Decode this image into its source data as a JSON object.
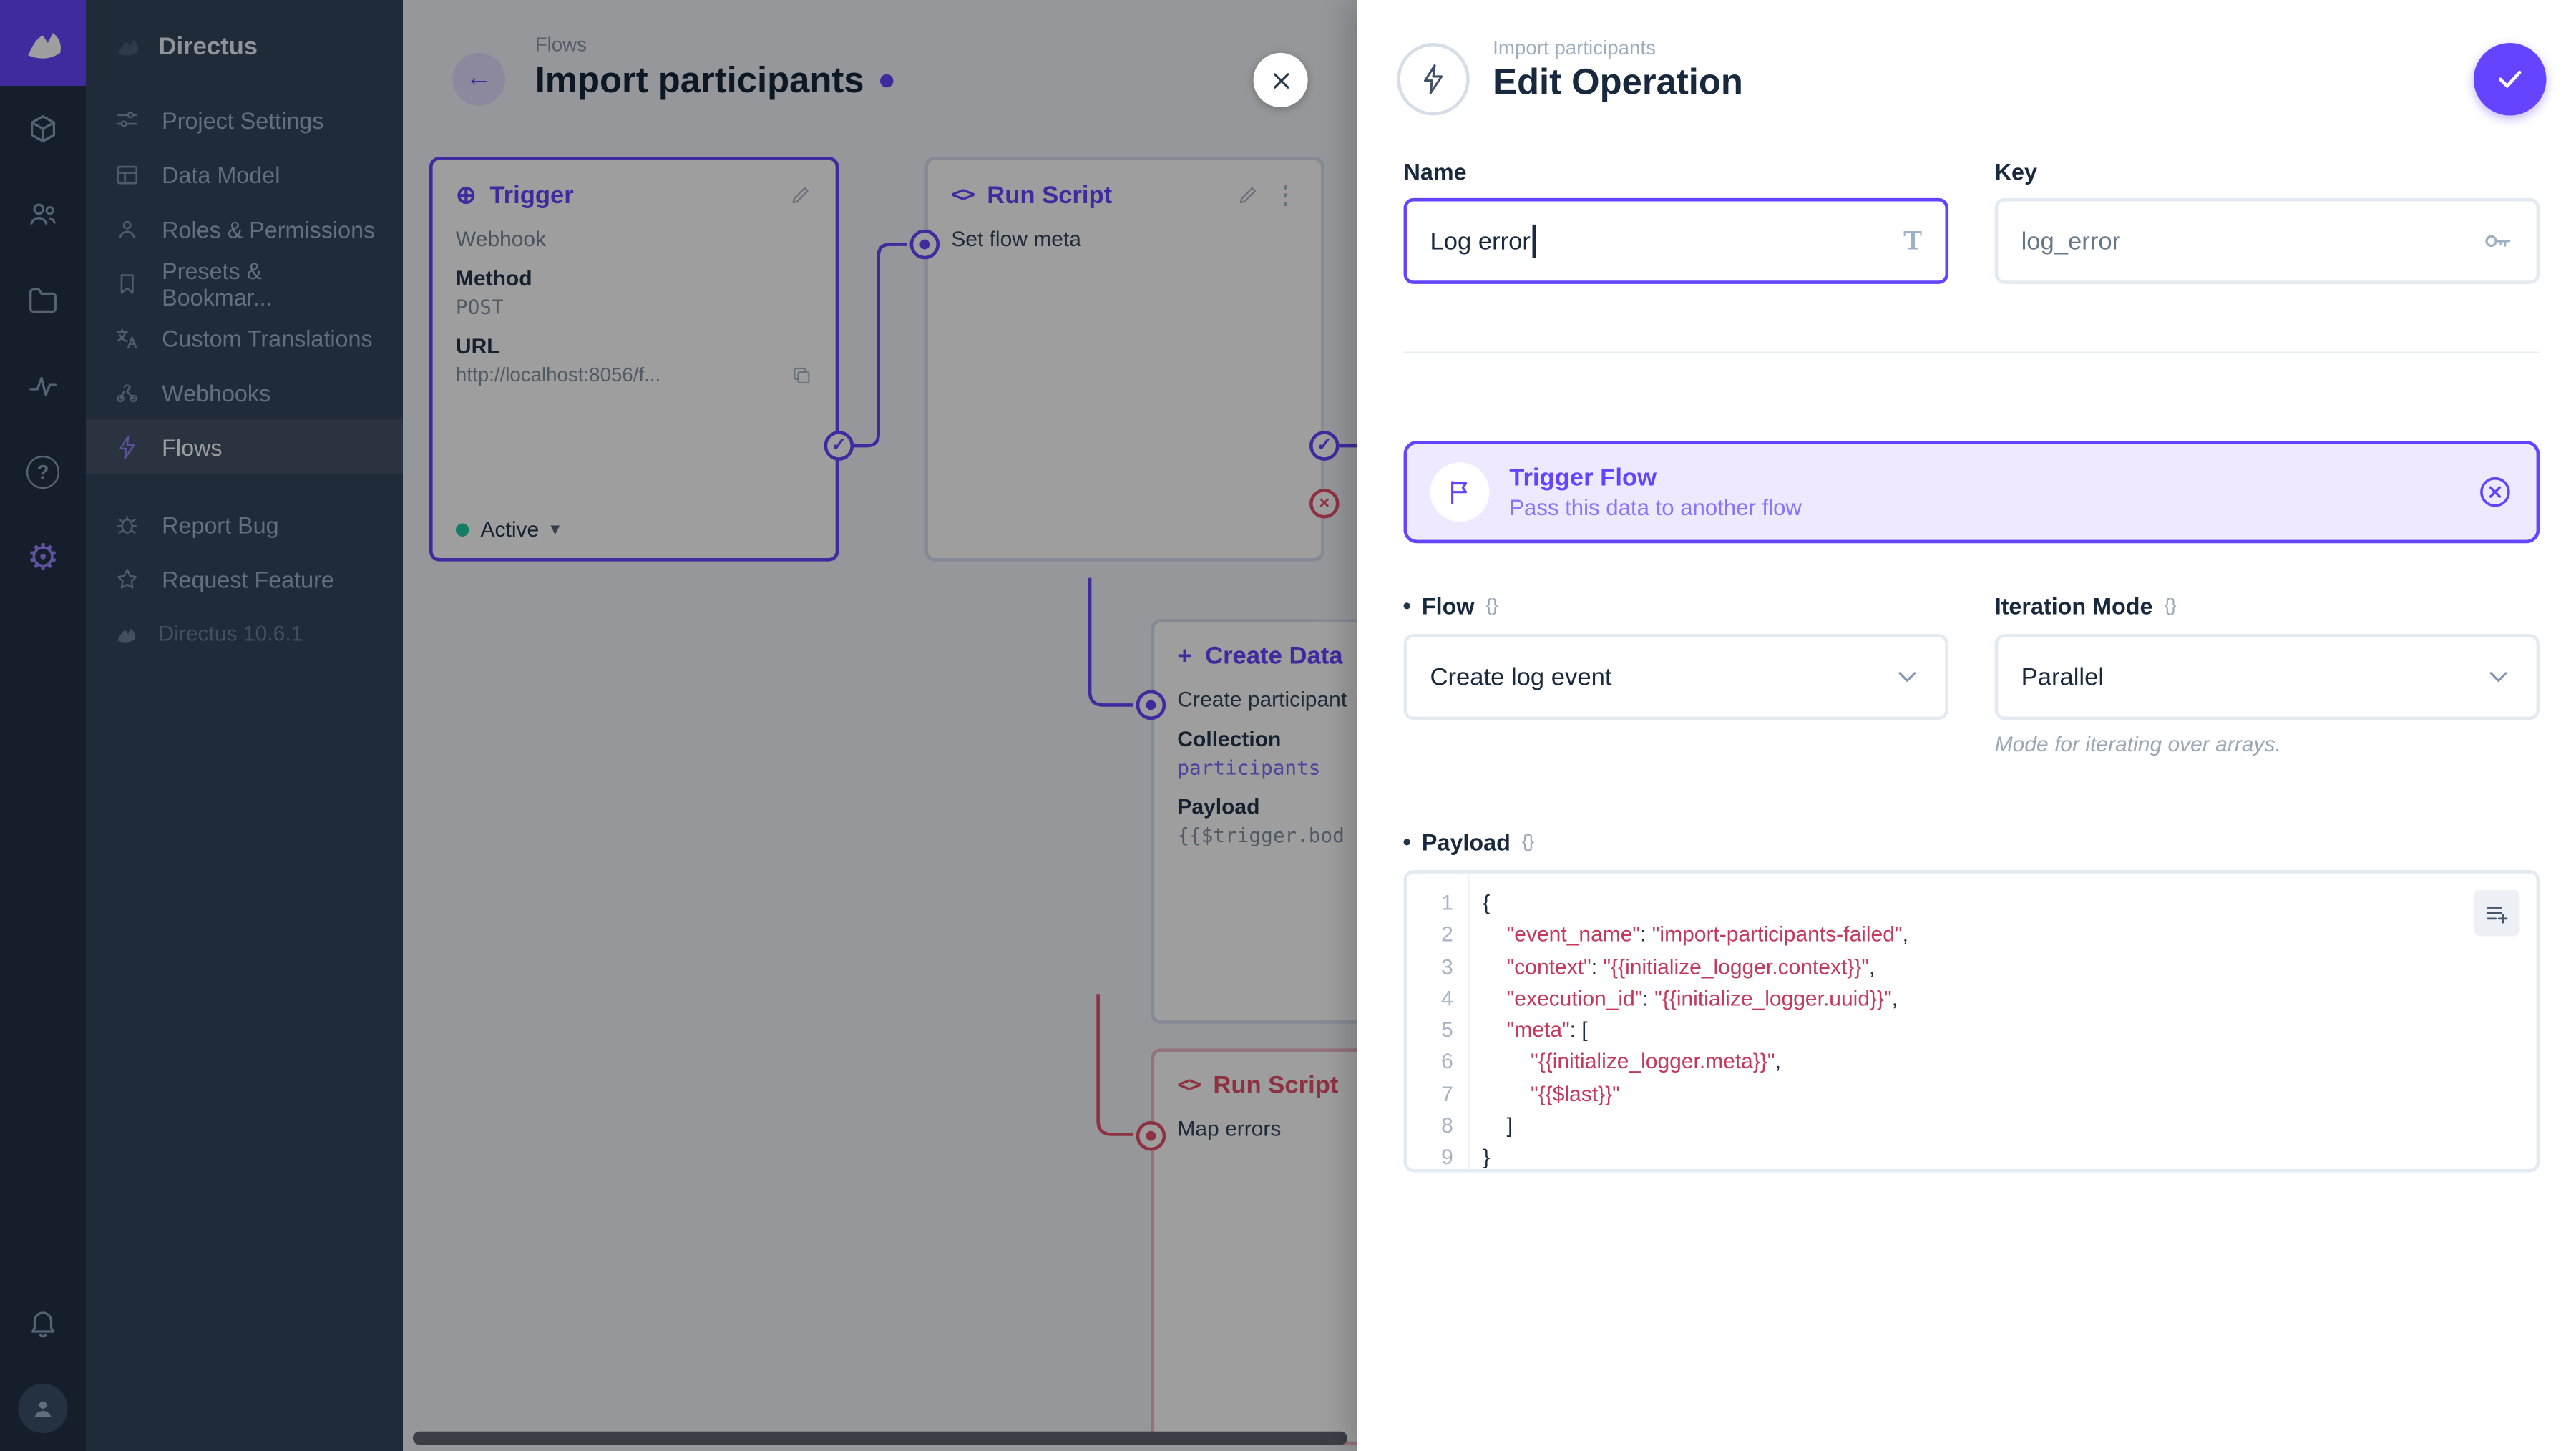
{
  "colors": {
    "accent": "#6644ff",
    "danger": "#e35169",
    "navy": "#18293e",
    "status_active": "#21c9a2"
  },
  "glyphs": {
    "gear": "⚙",
    "help": "?",
    "circle_plus": "⊕",
    "code_brackets": "<>",
    "kebab": "⋮",
    "chevron_down": "▾",
    "check": "✓",
    "cross": "×",
    "braces": "{}",
    "title": "T",
    "arrow_left": "←",
    "plus": "+"
  },
  "module_bar": {
    "modules": [
      "content",
      "users",
      "files",
      "insights",
      "docs",
      "settings"
    ]
  },
  "sidebar": {
    "title": "Directus",
    "items": [
      {
        "label": "Project Settings"
      },
      {
        "label": "Data Model"
      },
      {
        "label": "Roles & Permissions"
      },
      {
        "label": "Presets & Bookmar..."
      },
      {
        "label": "Custom Translations"
      },
      {
        "label": "Webhooks"
      },
      {
        "label": "Flows"
      }
    ],
    "footer_items": [
      {
        "label": "Report Bug"
      },
      {
        "label": "Request Feature"
      }
    ],
    "version": "Directus 10.6.1"
  },
  "canvas": {
    "breadcrumb": "Flows",
    "title": "Import participants",
    "trigger_panel": {
      "title": "Trigger",
      "type": "Webhook",
      "method_label": "Method",
      "method": "POST",
      "url_label": "URL",
      "url": "http://localhost:8056/f...",
      "status": "Active"
    },
    "script_panel": {
      "title": "Run Script",
      "name": "Set flow meta"
    },
    "create_panel": {
      "title": "Create Data",
      "name": "Create participant",
      "collection_label": "Collection",
      "collection": "participants",
      "payload_label": "Payload",
      "payload_preview": "{{$trigger.bod"
    },
    "errors_panel": {
      "title": "Run Script",
      "name": "Map errors"
    }
  },
  "drawer": {
    "breadcrumb": "Import participants",
    "title": "Edit Operation",
    "fields": {
      "name": {
        "label": "Name",
        "value": "Log error"
      },
      "key": {
        "label": "Key",
        "value": "log_error"
      },
      "flow": {
        "label": "Flow",
        "value": "Create log event"
      },
      "iteration": {
        "label": "Iteration Mode",
        "value": "Parallel",
        "note": "Mode for iterating over arrays."
      },
      "payload": {
        "label": "Payload"
      }
    },
    "banner": {
      "title": "Trigger Flow",
      "subtitle": "Pass this data to another flow"
    },
    "code": {
      "line_numbers": [
        "1",
        "2",
        "3",
        "4",
        "5",
        "6",
        "7",
        "8",
        "9"
      ],
      "lines": [
        [
          [
            "p",
            "{"
          ]
        ],
        [
          [
            "p",
            "    "
          ],
          [
            "s",
            "\"event_name\""
          ],
          [
            "p",
            ": "
          ],
          [
            "s",
            "\"import-participants-failed\""
          ],
          [
            "p",
            ","
          ]
        ],
        [
          [
            "p",
            "    "
          ],
          [
            "s",
            "\"context\""
          ],
          [
            "p",
            ": "
          ],
          [
            "s",
            "\"{{initialize_logger.context}}\""
          ],
          [
            "p",
            ","
          ]
        ],
        [
          [
            "p",
            "    "
          ],
          [
            "s",
            "\"execution_id\""
          ],
          [
            "p",
            ": "
          ],
          [
            "s",
            "\"{{initialize_logger.uuid}}\""
          ],
          [
            "p",
            ","
          ]
        ],
        [
          [
            "p",
            "    "
          ],
          [
            "s",
            "\"meta\""
          ],
          [
            "p",
            ": ["
          ]
        ],
        [
          [
            "p",
            "        "
          ],
          [
            "s",
            "\"{{initialize_logger.meta}}\""
          ],
          [
            "p",
            ","
          ]
        ],
        [
          [
            "p",
            "        "
          ],
          [
            "s",
            "\"{{$last}}\""
          ]
        ],
        [
          [
            "p",
            "    ]"
          ]
        ],
        [
          [
            "p",
            "}"
          ]
        ]
      ]
    }
  }
}
